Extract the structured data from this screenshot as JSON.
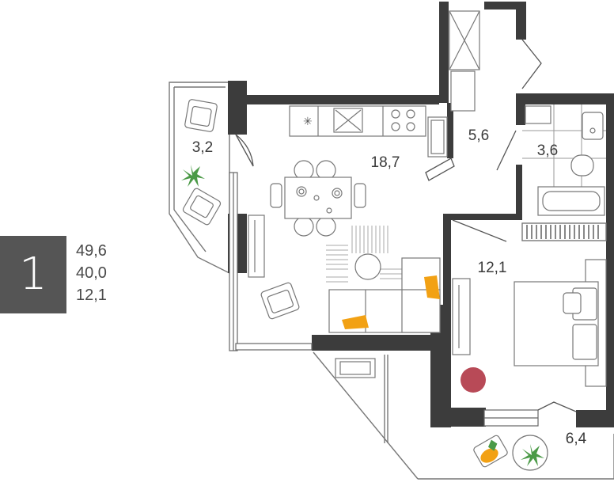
{
  "apartment": {
    "rooms_count": "1",
    "areas": {
      "total": "49,6",
      "living_total": "40,0",
      "living_room": "12,1"
    }
  },
  "plan": {
    "wall_color": "#3c3c3c",
    "accent_colors": {
      "pillow": "#f2a114",
      "plant": "#4b9a47",
      "rug_circle": "#b84a57"
    },
    "rooms": [
      {
        "id": "loggia-left",
        "area": "3,2"
      },
      {
        "id": "kitchen-living",
        "area": "18,7"
      },
      {
        "id": "hallway",
        "area": "5,6"
      },
      {
        "id": "bathroom",
        "area": "3,6"
      },
      {
        "id": "bedroom",
        "area": "12,1"
      },
      {
        "id": "loggia-bottom",
        "area": "6,4"
      }
    ]
  }
}
